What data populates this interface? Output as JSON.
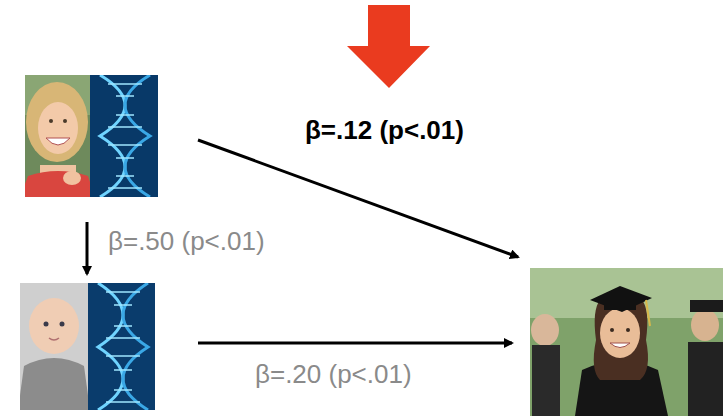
{
  "diagram": {
    "labels": [
      "β=.12 (p<.01)",
      "β=.50 (p<.01)",
      "β=.20 (p<.01)"
    ]
  }
}
